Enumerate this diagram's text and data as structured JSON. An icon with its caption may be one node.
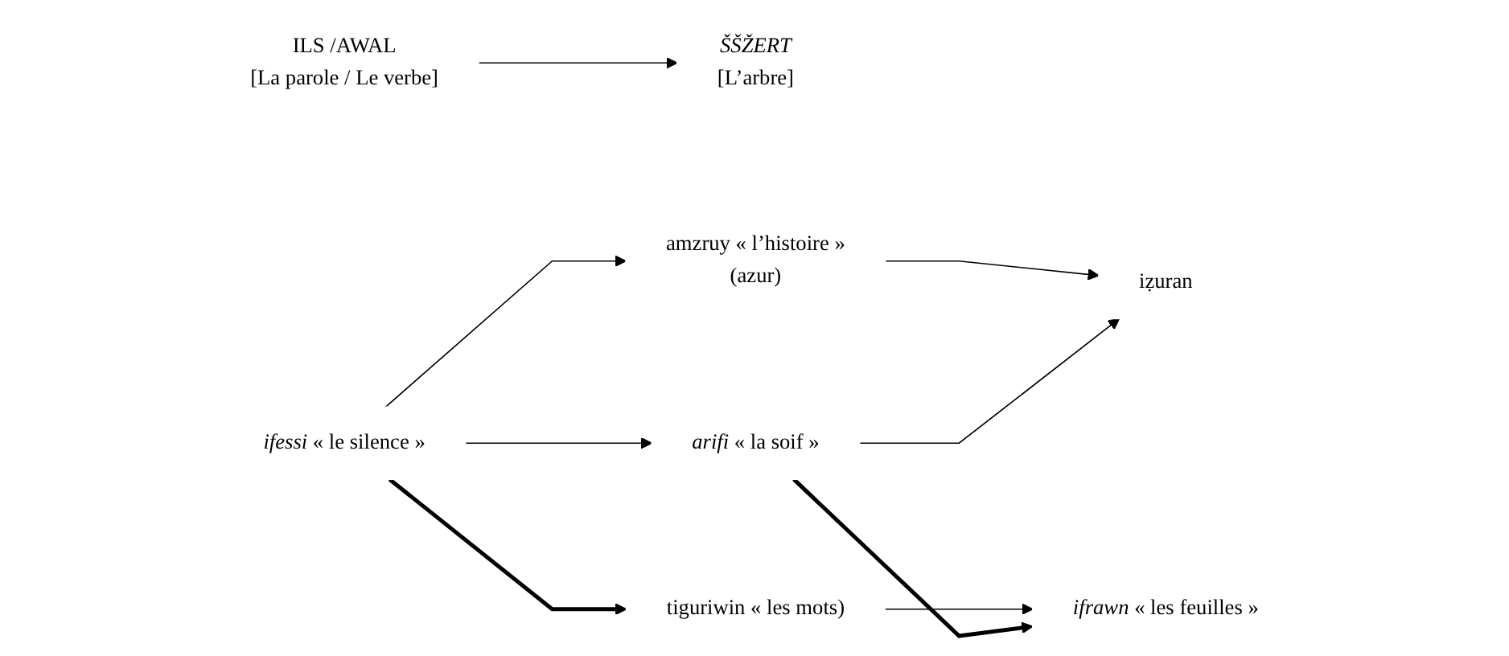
{
  "diagram": {
    "nodes": [
      {
        "text": [
          "ILS /AWAL",
          "[La parole / Le verbe]"
        ]
      },
      {
        "text": [
          "ŠŠŽERT",
          "[L’arbre]"
        ]
      },
      {
        "text": [
          "tiguriwin « les mots)"
        ]
      },
      {
        "text": [
          "*ifrawn* « les feuilles »"
        ]
      },
      {
        "text": [
          "amzruy « l’histoire »",
          "(azur)"
        ]
      },
      {
        "text": [
          "iẓuran"
        ]
      },
      {
        "text": [
          "*ifessi* « le silence »"
        ]
      },
      {
        "text": [
          "*arifi* « la soif »"
        ]
      }
    ],
    "edges": [
      {
        "from": 0,
        "to": 1,
        "arrow": "to"
      },
      {
        "from": 2,
        "to": 3,
        "arrow": "to"
      },
      {
        "from": 4,
        "to": 5,
        "arrow": "to"
      },
      {
        "from": 6,
        "to": 7,
        "arrow": "to"
      },
      {
        "from": 6,
        "to": 4,
        "arrow": "to"
      },
      {
        "from": 7,
        "to": 5,
        "arrow": "to"
      },
      {
        "from": 6,
        "to": 2,
        "arrow": "to",
        "style": "thick"
      },
      {
        "from": 7,
        "to": 3,
        "arrow": "to",
        "style": "thick"
      }
    ]
  }
}
